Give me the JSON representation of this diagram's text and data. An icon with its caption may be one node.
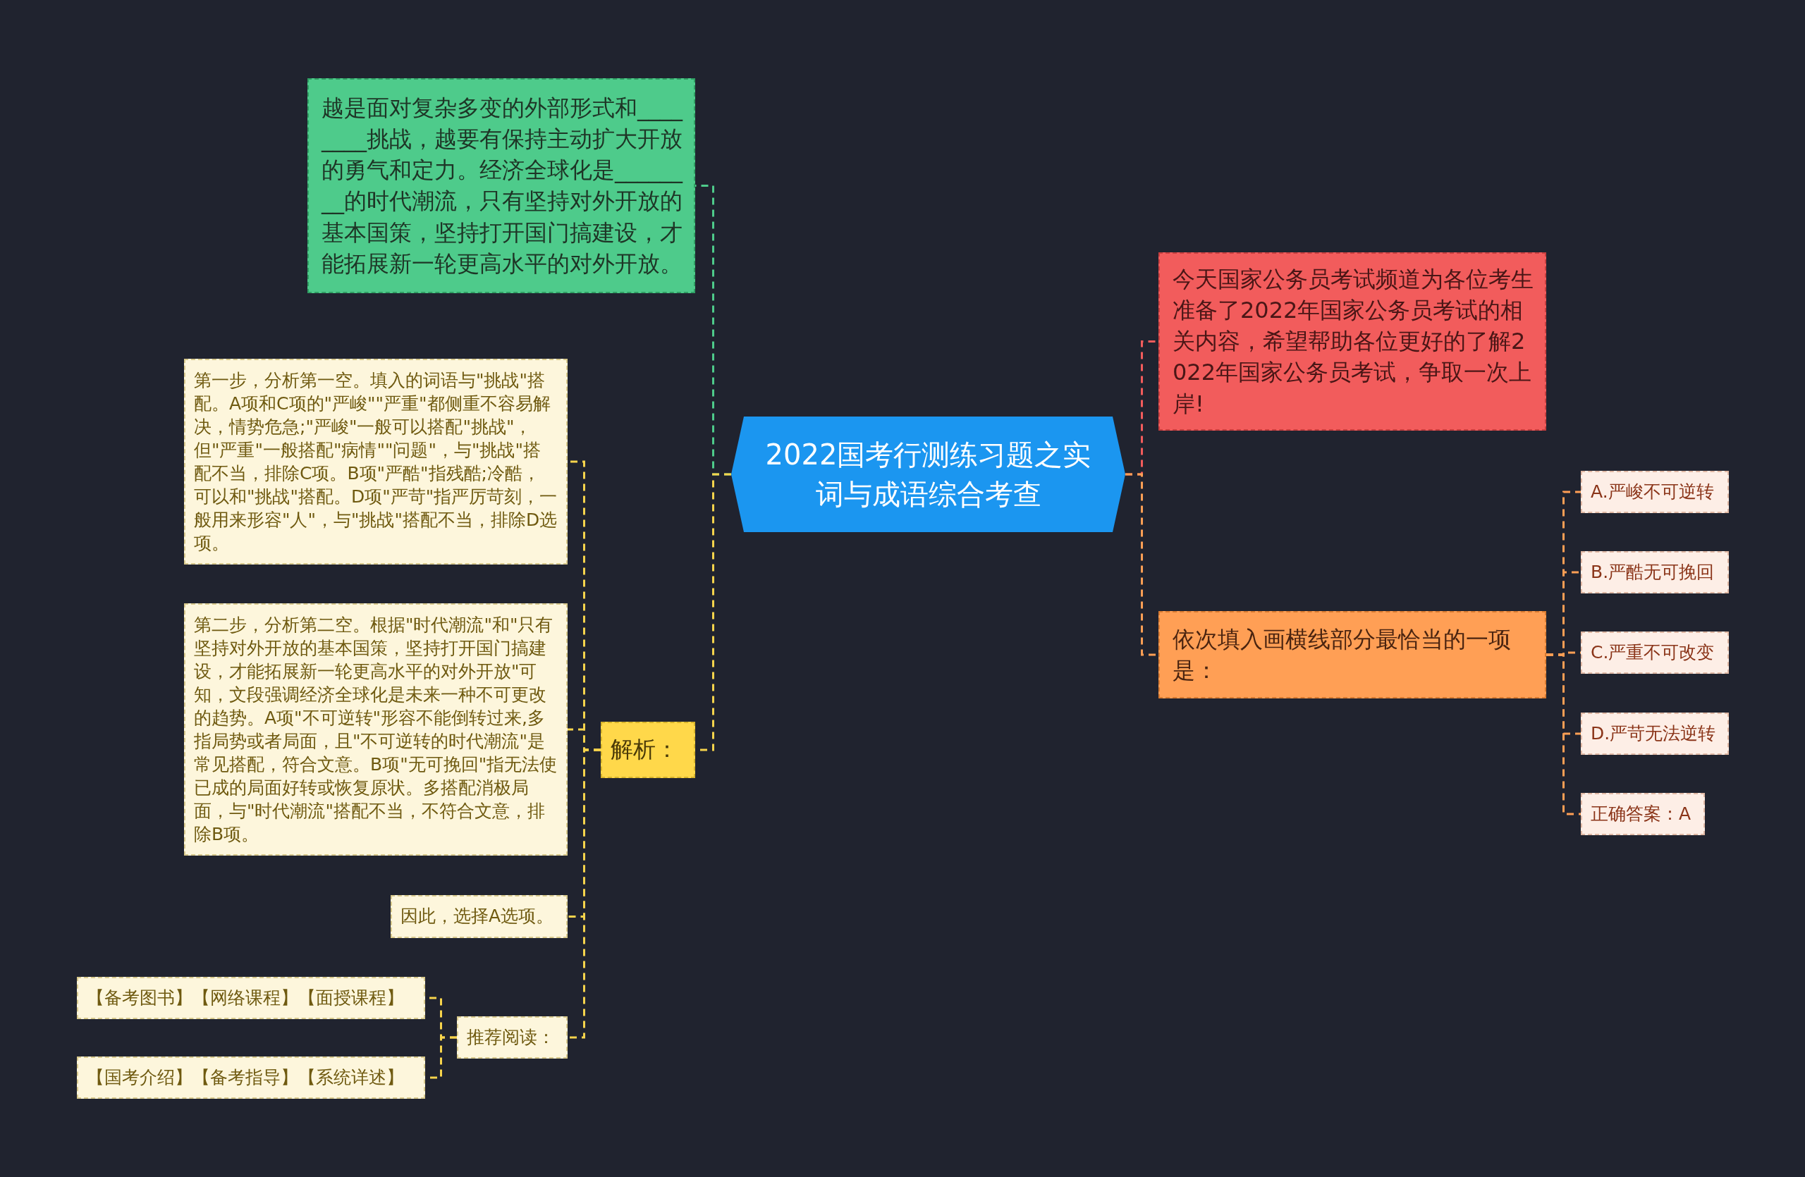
{
  "diagram": {
    "nodes": [
      {
        "text": [
          "2022国考行测练习题之实词与成语综合考查"
        ]
      },
      {
        "text": [
          "越是面对复杂多变的外部形式和________挑战，越要有保持主动扩大开放的勇气和定力。经济全球化是________的时代潮流，只有坚持对外开放的基本国策，坚持打开国门搞建设，才能拓展新一轮更高水平的对外开放。"
        ]
      },
      {
        "text": [
          "今天国家公务员考试频道为各位考生准备了2022年国家公务员考试的相关内容，希望帮助各位更好的了解2022年国家公务员考试，争取一次上岸!"
        ]
      },
      {
        "text": [
          "依次填入画横线部分最恰当的一项是："
        ]
      },
      {
        "text": [
          "A.严峻不可逆转"
        ]
      },
      {
        "text": [
          "B.严酷无可挽回"
        ]
      },
      {
        "text": [
          "C.严重不可改变"
        ]
      },
      {
        "text": [
          "D.严苛无法逆转"
        ]
      },
      {
        "text": [
          "正确答案：A"
        ]
      },
      {
        "text": [
          "解析："
        ]
      },
      {
        "text": [
          "第一步，分析第一空。填入的词语与\"挑战\"搭配。A项和C项的\"严峻\"\"严重\"都侧重不容易解决，情势危急;\"严峻\"一般可以搭配\"挑战\"，但\"严重\"一般搭配\"病情\"\"问题\"，与\"挑战\"搭配不当，排除C项。B项\"严酷\"指残酷;冷酷，可以和\"挑战\"搭配。D项\"严苛\"指严厉苛刻，一般用来形容\"人\"，与\"挑战\"搭配不当，排除D选项。"
        ]
      },
      {
        "text": [
          "第二步，分析第二空。根据\"时代潮流\"和\"只有坚持对外开放的基本国策，坚持打开国门搞建设，才能拓展新一轮更高水平的对外开放\"可知，文段强调经济全球化是未来一种不可更改的趋势。A项\"不可逆转\"形容不能倒转过来,多指局势或者局面，且\"不可逆转的时代潮流\"是常见搭配，符合文意。B项\"无可挽回\"指无法使已成的局面好转或恢复原状。多搭配消极局面，与\"时代潮流\"搭配不当，不符合文意，排除B项。"
        ]
      },
      {
        "text": [
          "因此，选择A选项。"
        ]
      },
      {
        "text": [
          "推荐阅读："
        ]
      },
      {
        "text": [
          "【备考图书】【网络课程】【面授课程】"
        ]
      },
      {
        "text": [
          "【国考介绍】【备考指导】【系统详述】"
        ]
      }
    ],
    "edges": [
      {
        "from": 0,
        "to": 1,
        "arrow": "none",
        "style": "dashed",
        "color": "#4ecb8b"
      },
      {
        "from": 0,
        "to": 9,
        "arrow": "none",
        "style": "dashed"
      },
      {
        "from": 0,
        "to": 2,
        "arrow": "none",
        "style": "dashed",
        "color": "#f25c5c"
      },
      {
        "from": 0,
        "to": 3,
        "arrow": "none",
        "style": "dashed",
        "color": "#ff9f55"
      },
      {
        "from": 3,
        "to": 4,
        "arrow": "none",
        "style": "dashed",
        "color": "#ff9f55"
      },
      {
        "from": 3,
        "to": 5,
        "arrow": "none",
        "style": "dashed",
        "color": "#ff9f55"
      },
      {
        "from": 3,
        "to": 6,
        "arrow": "none",
        "style": "dashed",
        "color": "#ff9f55"
      },
      {
        "from": 3,
        "to": 7,
        "arrow": "none",
        "style": "dashed",
        "color": "#ff9f55"
      },
      {
        "from": 3,
        "to": 8,
        "arrow": "none",
        "style": "dashed",
        "color": "#ff9f55"
      },
      {
        "from": 9,
        "to": 10,
        "arrow": "none",
        "style": "dashed"
      },
      {
        "from": 9,
        "to": 11,
        "arrow": "none",
        "style": "dashed"
      },
      {
        "from": 9,
        "to": 12,
        "arrow": "none",
        "style": "dashed"
      },
      {
        "from": 9,
        "to": 13,
        "arrow": "none",
        "style": "dashed"
      },
      {
        "from": 13,
        "to": 14,
        "arrow": "none",
        "style": "dashed"
      },
      {
        "from": 13,
        "to": 15,
        "arrow": "none",
        "style": "dashed"
      }
    ]
  }
}
